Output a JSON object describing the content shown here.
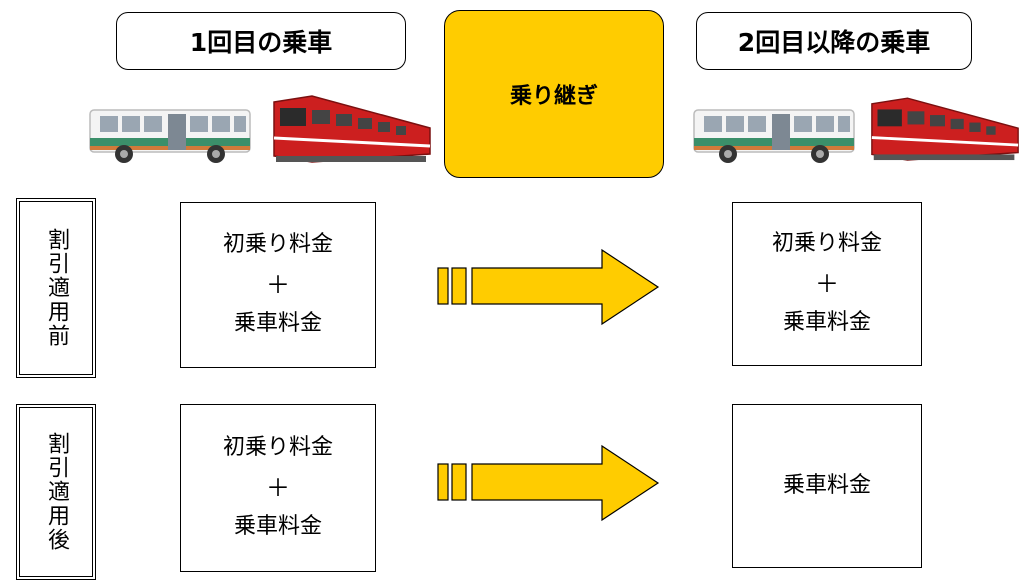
{
  "headers": {
    "first_ride": "1回目の乗車",
    "transfer": "乗り継ぎ",
    "later_rides": "2回目以降の乗車"
  },
  "rows": [
    {
      "label": "割引適用前",
      "before": {
        "line1": "初乗り料金",
        "plus": "＋",
        "line2": "乗車料金"
      },
      "after": {
        "line1": "初乗り料金",
        "plus": "＋",
        "line2": "乗車料金"
      }
    },
    {
      "label": "割引適用後",
      "before": {
        "line1": "初乗り料金",
        "plus": "＋",
        "line2": "乗車料金"
      },
      "after": {
        "line1": "乗車料金"
      }
    }
  ],
  "colors": {
    "transfer_box": "#ffcc00",
    "arrow": "#ffcc00",
    "train_red": "#cc1f1f",
    "bus_green": "#3b8f6a"
  },
  "icons": [
    "bus-icon",
    "train-icon",
    "arrow-right-icon"
  ]
}
